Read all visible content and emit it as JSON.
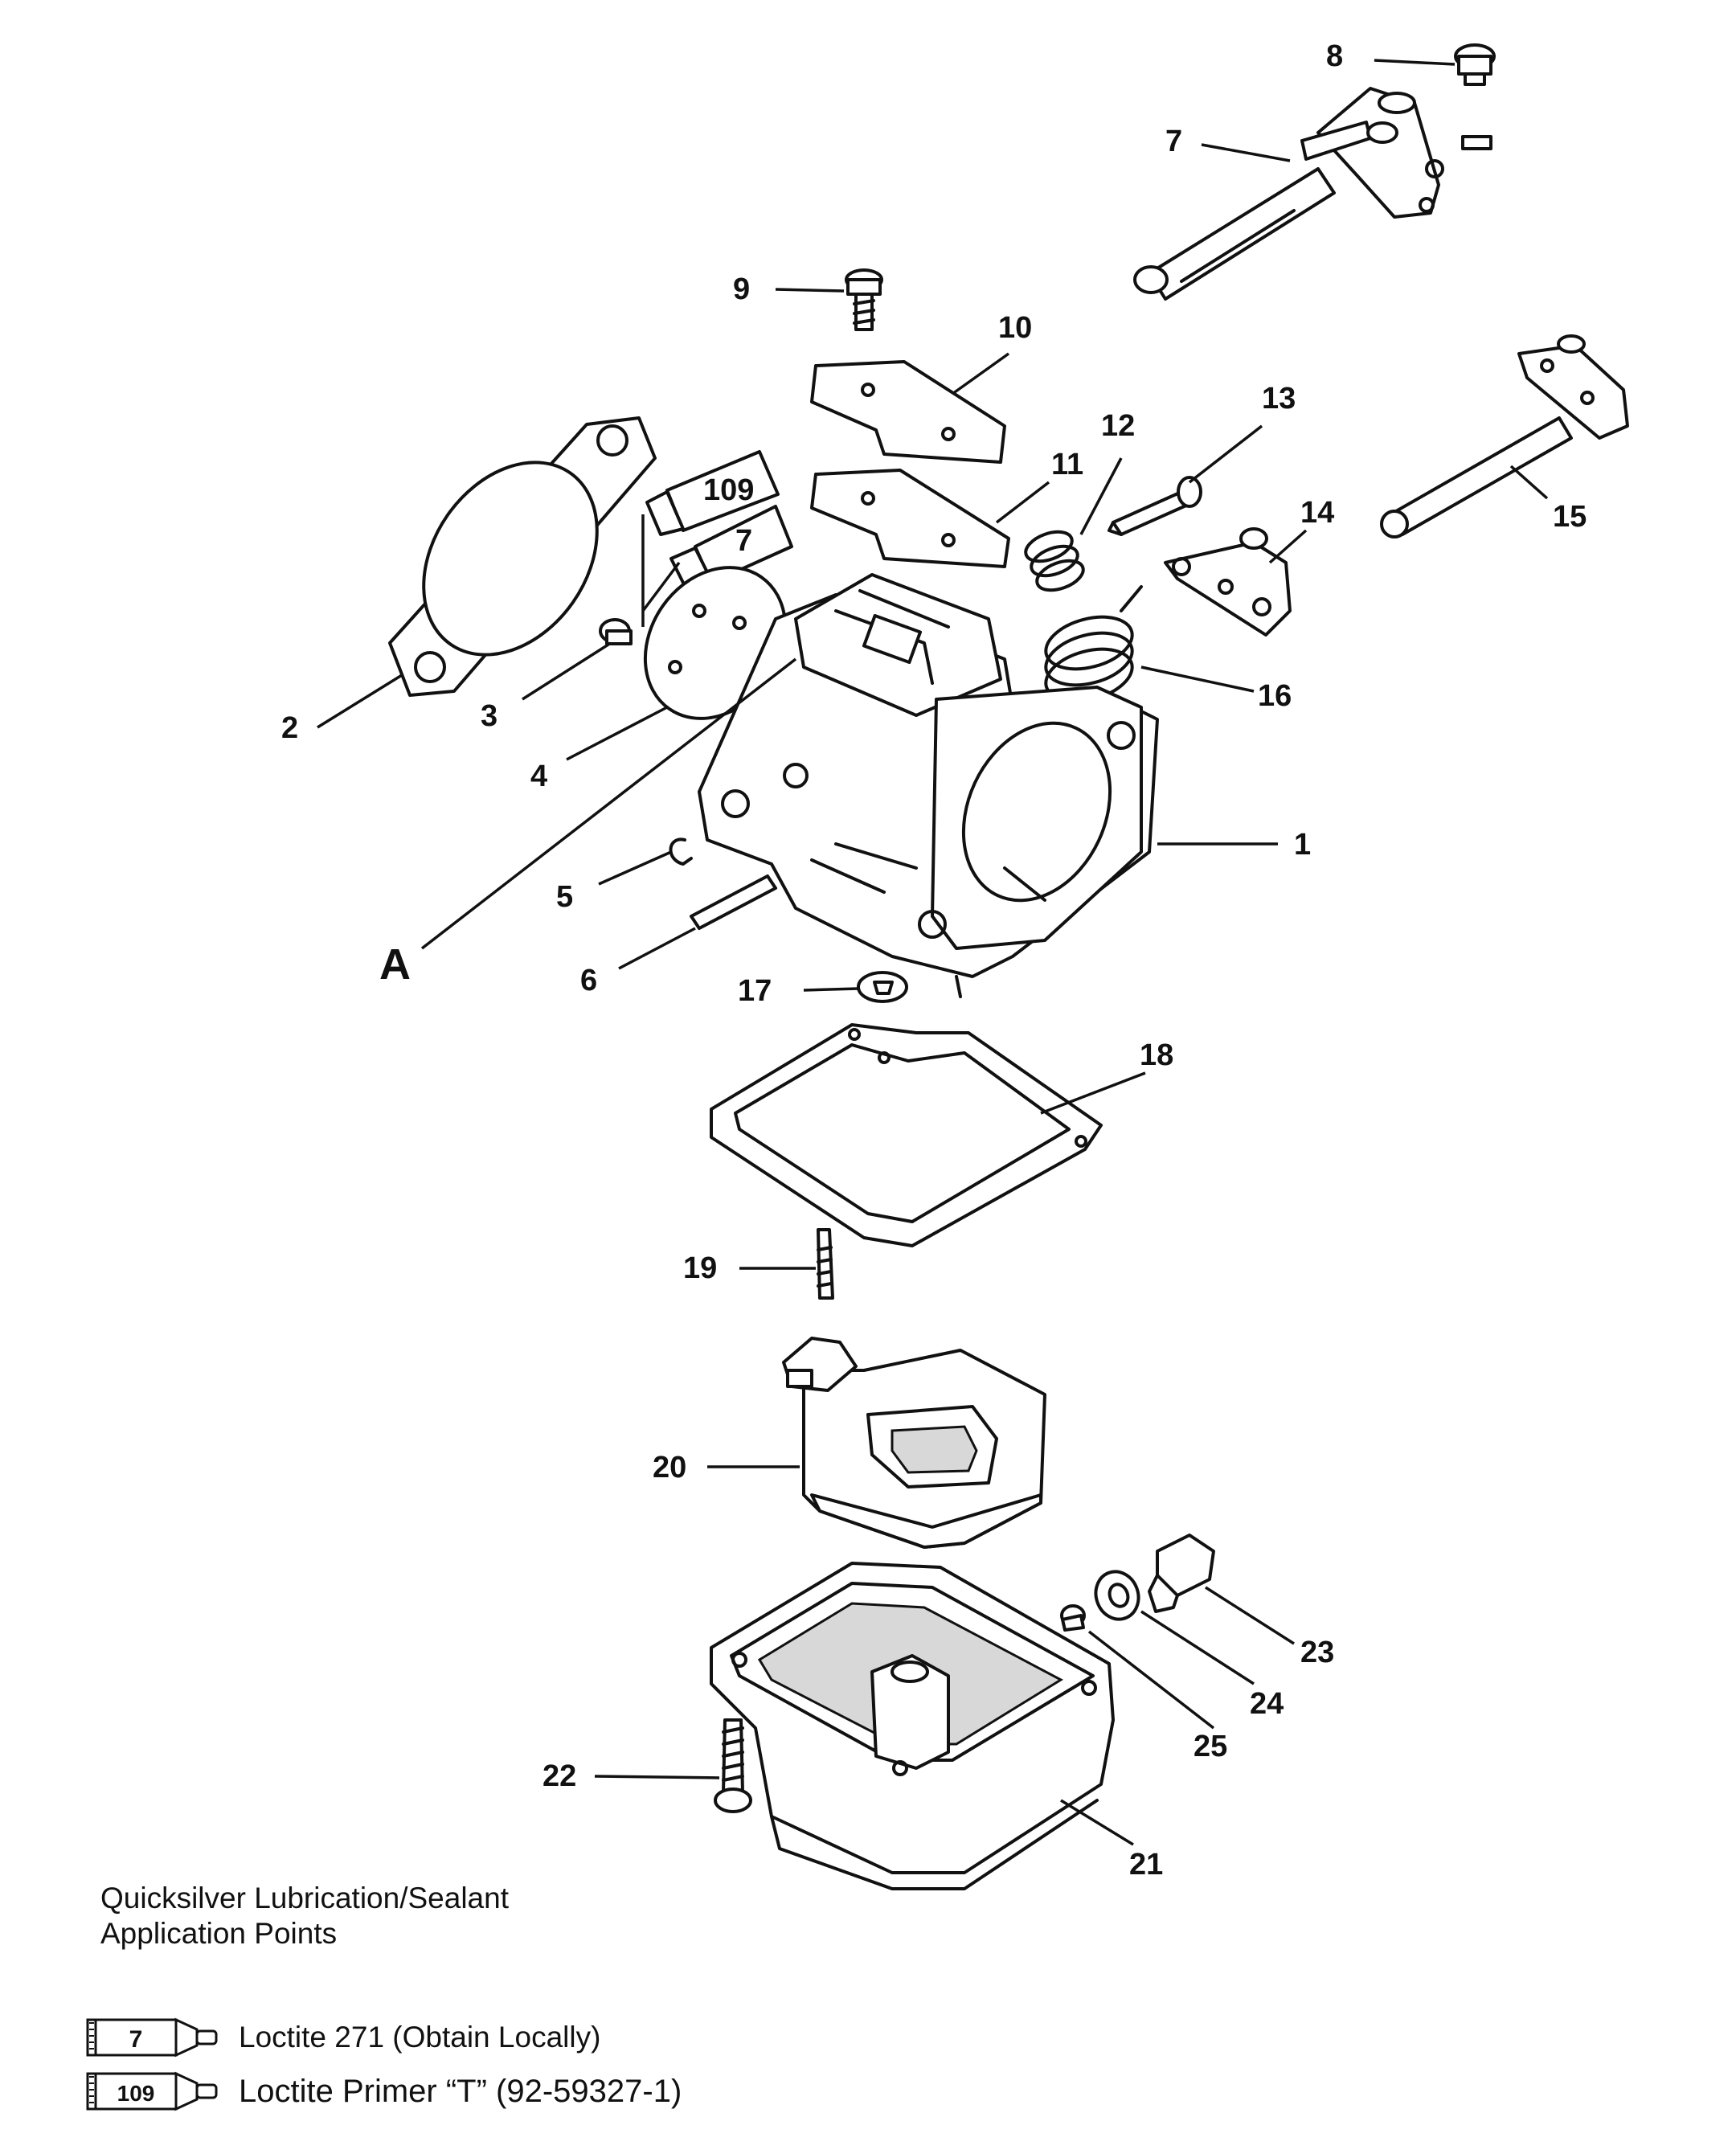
{
  "diagram": {
    "callouts": [
      {
        "id": "1",
        "label": "1"
      },
      {
        "id": "2",
        "label": "2"
      },
      {
        "id": "3",
        "label": "3"
      },
      {
        "id": "4",
        "label": "4"
      },
      {
        "id": "5",
        "label": "5"
      },
      {
        "id": "6",
        "label": "6"
      },
      {
        "id": "7",
        "label": "7"
      },
      {
        "id": "8",
        "label": "8"
      },
      {
        "id": "9",
        "label": "9"
      },
      {
        "id": "10",
        "label": "10"
      },
      {
        "id": "11",
        "label": "11"
      },
      {
        "id": "12",
        "label": "12"
      },
      {
        "id": "13",
        "label": "13"
      },
      {
        "id": "14",
        "label": "14"
      },
      {
        "id": "15",
        "label": "15"
      },
      {
        "id": "16",
        "label": "16"
      },
      {
        "id": "17",
        "label": "17"
      },
      {
        "id": "18",
        "label": "18"
      },
      {
        "id": "19",
        "label": "19"
      },
      {
        "id": "20",
        "label": "20"
      },
      {
        "id": "21",
        "label": "21"
      },
      {
        "id": "22",
        "label": "22"
      },
      {
        "id": "23",
        "label": "23"
      },
      {
        "id": "24",
        "label": "24"
      },
      {
        "id": "25",
        "label": "25"
      },
      {
        "id": "A",
        "label": "A"
      }
    ],
    "tube_labels": {
      "t109": "109",
      "t7": "7"
    }
  },
  "legend": {
    "title_line1": "Quicksilver Lubrication/Sealant",
    "title_line2": "Application Points",
    "items": [
      {
        "tube": "7",
        "text": "Loctite 271 (Obtain Locally)"
      },
      {
        "tube": "109",
        "text": "Loctite  Primer “T” (92-59327-1)"
      }
    ]
  }
}
